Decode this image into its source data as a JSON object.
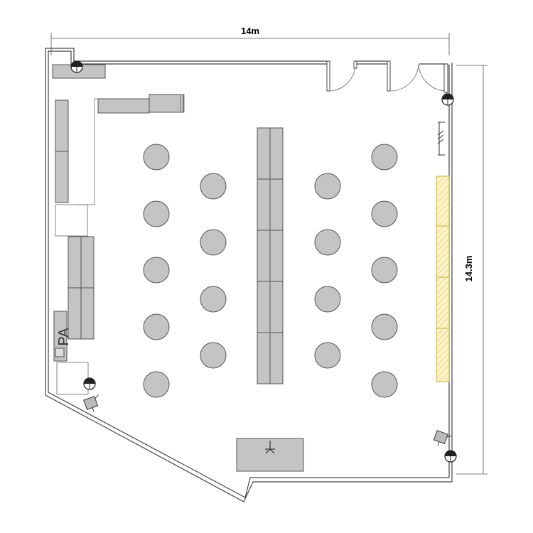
{
  "dimensions": {
    "width_label": "14m",
    "height_label": "14.3m"
  },
  "equipment": {
    "pa_label": "PA"
  },
  "round_tables_count": 18,
  "colors": {
    "furniture": "#c4c4c4",
    "stage_strip": "#fbf1c0",
    "wall": "#444444"
  }
}
